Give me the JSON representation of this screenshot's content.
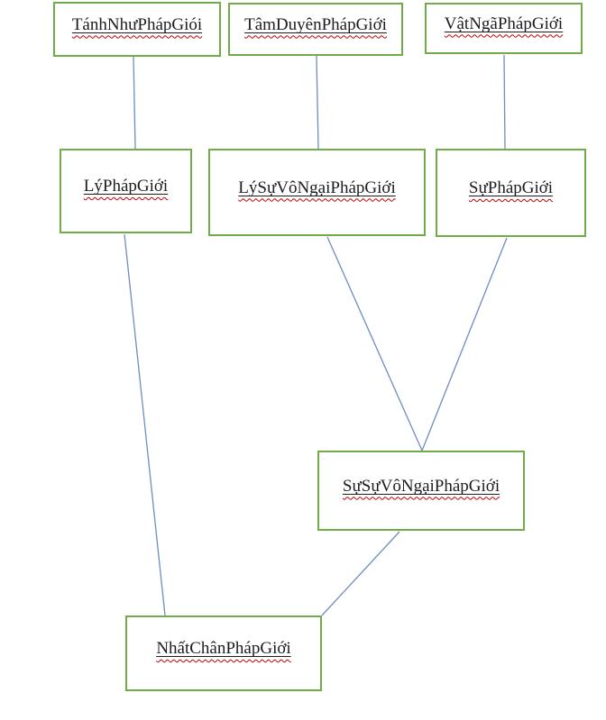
{
  "diagram": {
    "type": "flowchart",
    "nodes": [
      {
        "id": "tanh-nhu",
        "label": "TánhNhưPhápGiói"
      },
      {
        "id": "tam-duyen",
        "label": "TâmDuyênPhápGiới"
      },
      {
        "id": "vat-nga",
        "label": "VậtNgãPhápGiới"
      },
      {
        "id": "ly",
        "label": "LýPhápGiới"
      },
      {
        "id": "ly-su-vo-ngai",
        "label": "LýSựVôNgạiPhápGiới"
      },
      {
        "id": "su",
        "label": "SựPhápGiới"
      },
      {
        "id": "su-su-vo-ngai",
        "label": "SựSựVôNgạiPhápGiới"
      },
      {
        "id": "nhat-chan",
        "label": "NhấtChânPhápGiới"
      }
    ],
    "edges": [
      {
        "from": "tanh-nhu",
        "to": "ly"
      },
      {
        "from": "tam-duyen",
        "to": "ly-su-vo-ngai"
      },
      {
        "from": "vat-nga",
        "to": "su"
      },
      {
        "from": "ly",
        "to": "nhat-chan"
      },
      {
        "from": "ly-su-vo-ngai",
        "to": "su-su-vo-ngai"
      },
      {
        "from": "su",
        "to": "su-su-vo-ngai"
      },
      {
        "from": "su-su-vo-ngai",
        "to": "nhat-chan"
      }
    ],
    "colors": {
      "background": "#ffffff",
      "box_border": "#70AD47",
      "connector": "#6f8cc0",
      "text": "#1c1c1c",
      "squiggle": "#C00000"
    }
  }
}
